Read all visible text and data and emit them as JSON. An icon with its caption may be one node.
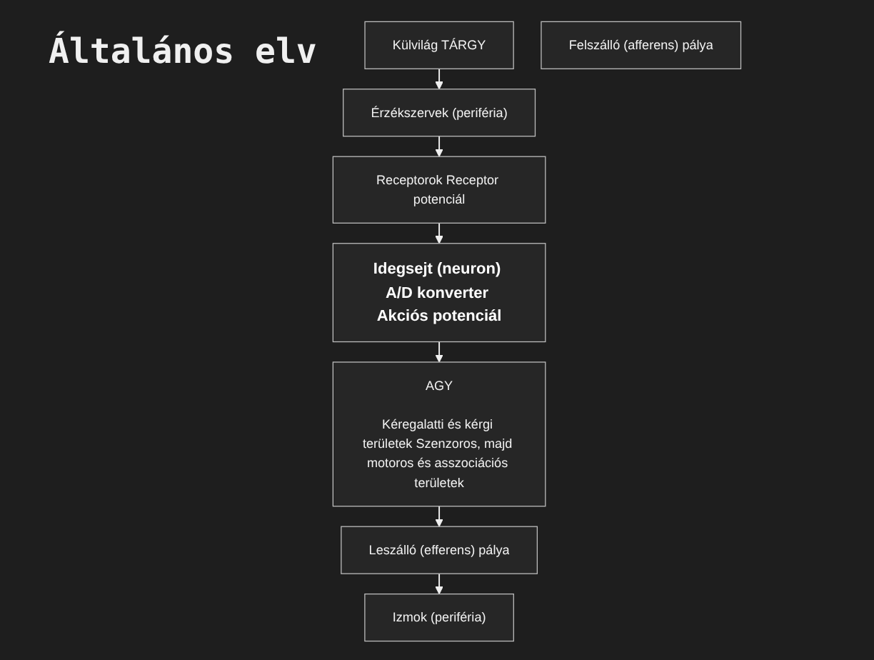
{
  "diagram": {
    "title": "Általános elv",
    "nodes": [
      {
        "text": [
          "Külvilág TÁRGY"
        ]
      },
      {
        "text": [
          "Érzékszervek (periféria)"
        ]
      },
      {
        "text": [
          "Receptorok Receptor potenciál"
        ]
      },
      {
        "text": [
          "Idegsejt (neuron) A/D konverter Akciós potenciál"
        ]
      },
      {
        "text": [
          "Felszálló (afferens) pálya"
        ]
      },
      {
        "text": [
          "AGY",
          "Kéregalatti és kérgi területek Szenzoros, majd motoros és asszociációs területek"
        ]
      },
      {
        "text": [
          "Leszálló (efferens) pálya"
        ]
      },
      {
        "text": [
          "Izmok (periféria)"
        ]
      }
    ],
    "edges": [
      {
        "from": 0,
        "to": 1,
        "arrow": "to"
      },
      {
        "from": 1,
        "to": 2,
        "arrow": "to"
      },
      {
        "from": 2,
        "to": 3,
        "arrow": "to"
      },
      {
        "from": 3,
        "to": 5,
        "arrow": "to"
      },
      {
        "from": 5,
        "to": 6,
        "arrow": "to"
      },
      {
        "from": 6,
        "to": 7,
        "arrow": "to"
      }
    ]
  }
}
